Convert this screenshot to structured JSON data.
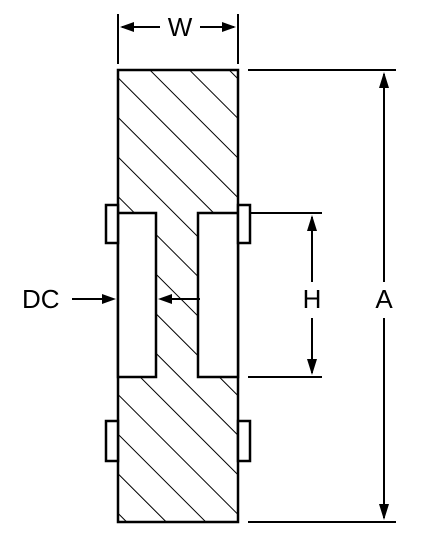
{
  "labels": {
    "width": "W",
    "height": "H",
    "overall": "A",
    "core_diameter": "DC"
  },
  "colors": {
    "stroke": "#000000",
    "background": "#ffffff"
  }
}
